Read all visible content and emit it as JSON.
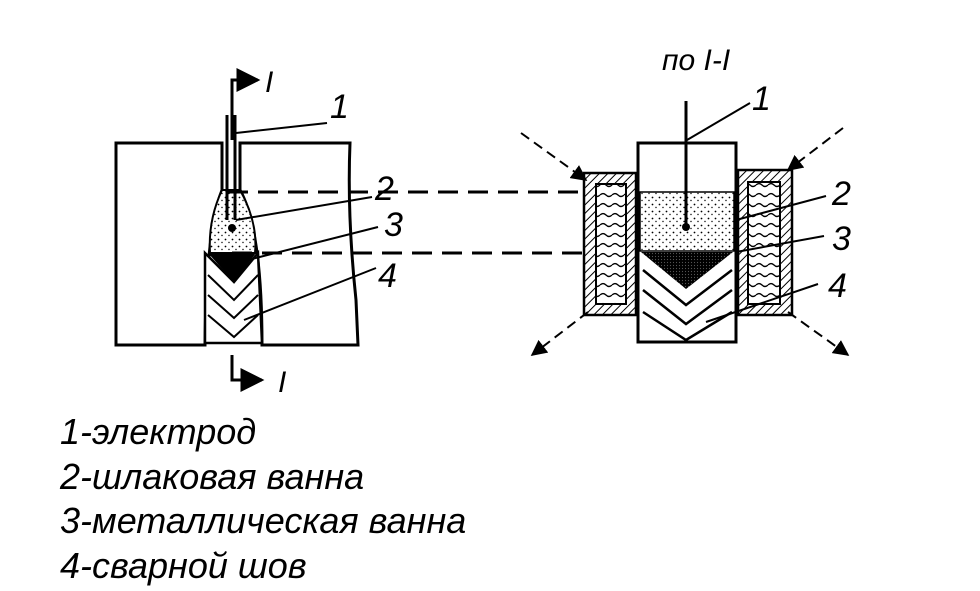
{
  "section_label": "по I-I",
  "section_marks": {
    "top": "I",
    "bottom": "I"
  },
  "callouts": [
    "1",
    "2",
    "3",
    "4"
  ],
  "legend": [
    "1-электрод",
    "2-шлаковая ванна",
    "3-металлическая ванна",
    "4-сварной шов"
  ],
  "colors": {
    "ink": "#000000",
    "background": "#ffffff"
  }
}
